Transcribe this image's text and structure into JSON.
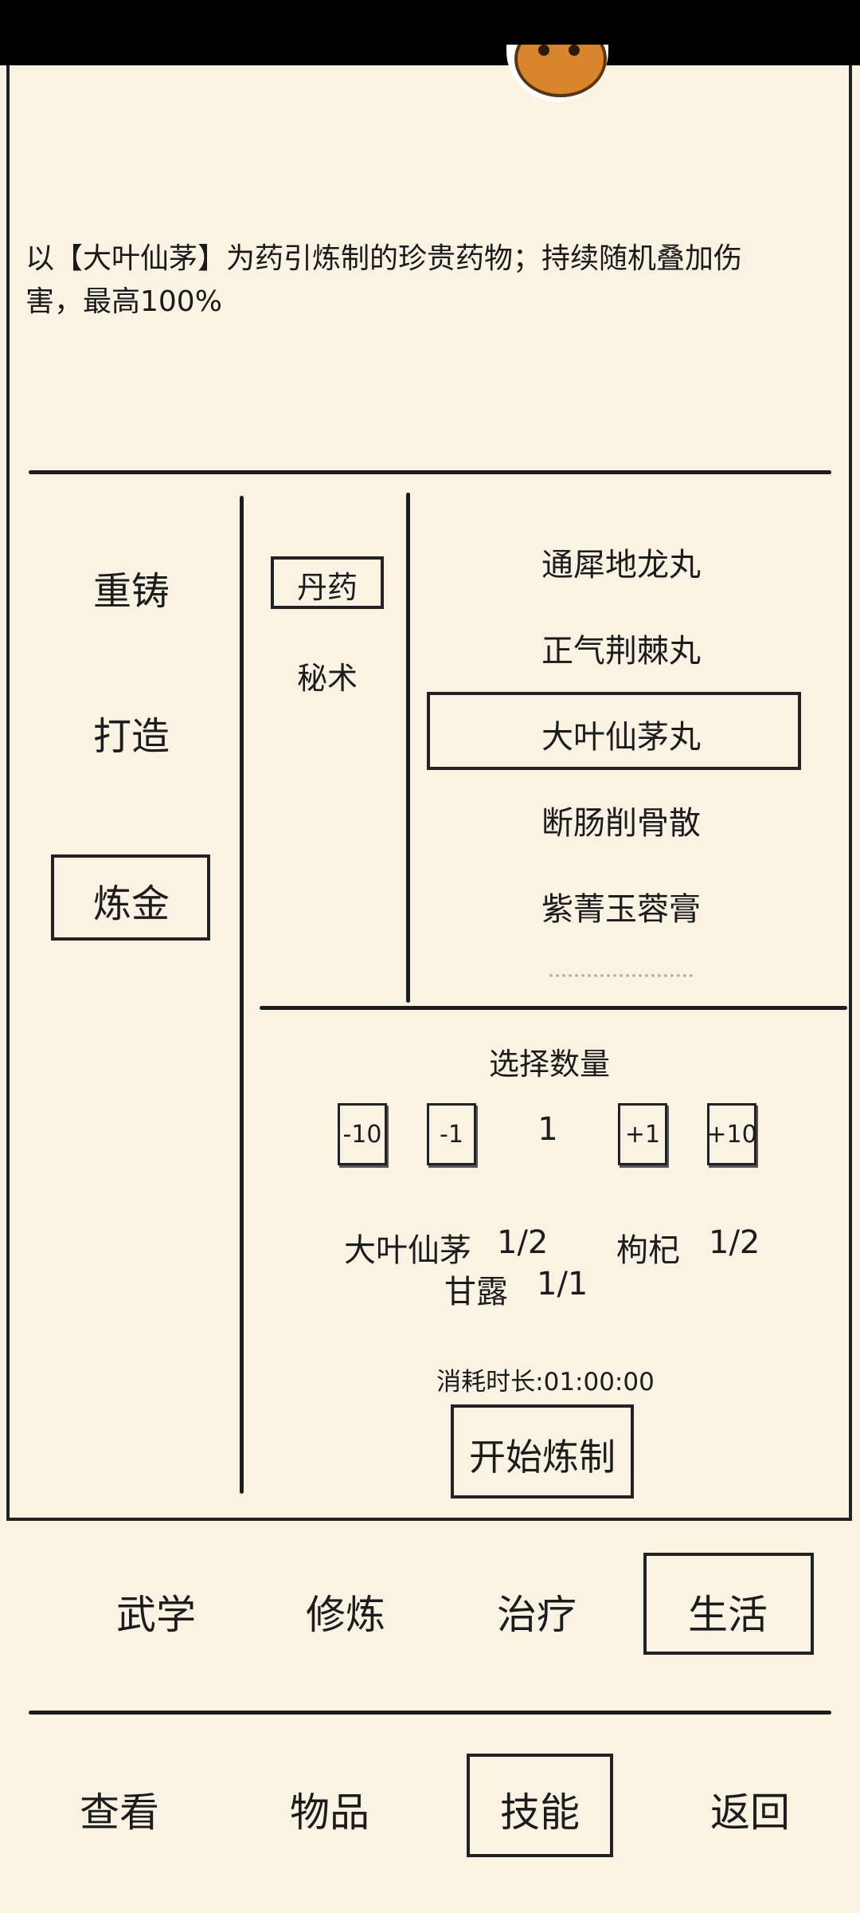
{
  "description": "以【大叶仙茅】为药引炼制的珍贵药物；持续随机叠加伤害，最高100%",
  "craft_categories": [
    "重铸",
    "打造",
    "炼金"
  ],
  "sub_categories": [
    "丹药",
    "秘术"
  ],
  "recipes": [
    "通犀地龙丸",
    "正气荆棘丸",
    "大叶仙茅丸",
    "断肠削骨散",
    "紫菁玉蓉膏"
  ],
  "quantity": {
    "title": "选择数量",
    "value": "1",
    "buttons": [
      "-10",
      "-1",
      "+1",
      "+10"
    ]
  },
  "ingredients": [
    {
      "name": "大叶仙茅",
      "count": "1/2"
    },
    {
      "name": "枸杞",
      "count": "1/2"
    },
    {
      "name": "甘露",
      "count": "1/1"
    }
  ],
  "duration": "消耗时长:01:00:00",
  "start_button": "开始炼制",
  "skill_tabs": [
    "武学",
    "修炼",
    "治疗",
    "生活"
  ],
  "bottom_nav": [
    "查看",
    "物品",
    "技能",
    "返回"
  ],
  "colors": {
    "background": "#faf3e3",
    "ink": "#1c1c1c",
    "statusbar": "#000000"
  },
  "selected": {
    "craft_category": "炼金",
    "sub_category": "丹药",
    "recipe": "大叶仙茅丸",
    "skill_tab": "生活",
    "bottom_nav": "技能"
  }
}
